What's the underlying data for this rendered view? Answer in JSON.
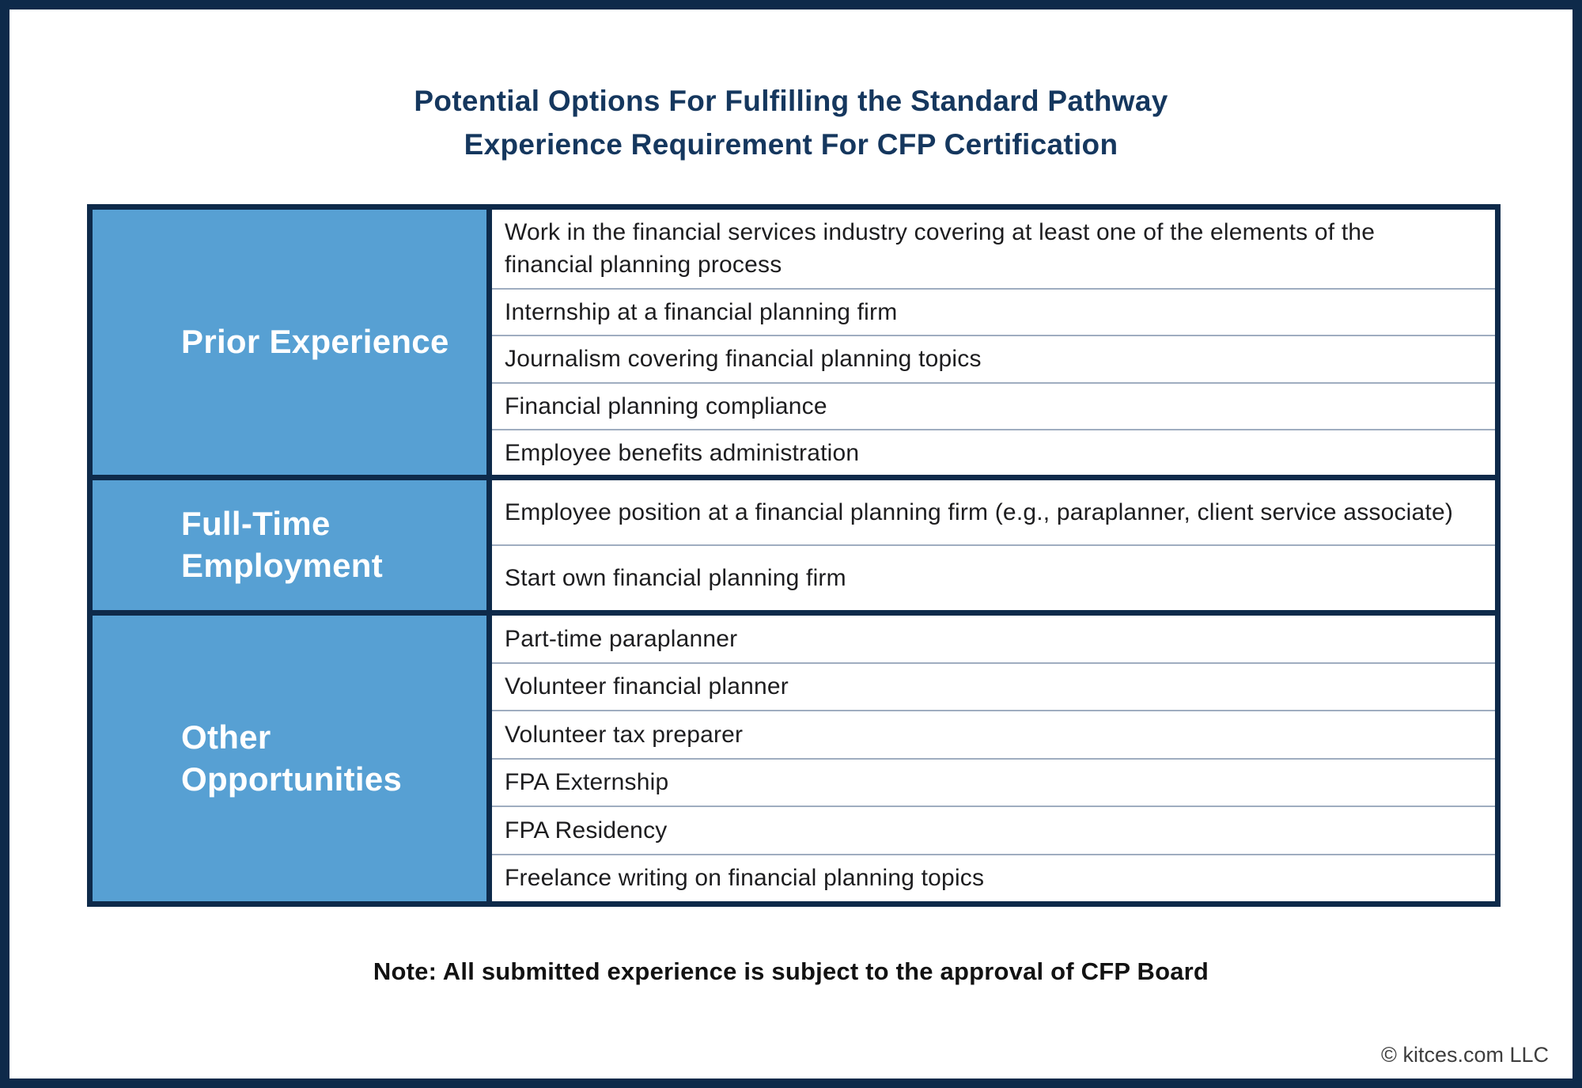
{
  "header": {
    "title_line1": "Potential Options For Fulfilling the Standard Pathway",
    "title_line2": "Experience Requirement For CFP Certification"
  },
  "table": {
    "sections": [
      {
        "label": "Prior Experience",
        "items": [
          "Work in the financial services industry covering at least one of the elements of the financial planning process",
          "Internship at a financial planning firm",
          "Journalism covering financial planning topics",
          "Financial planning compliance",
          "Employee benefits administration"
        ]
      },
      {
        "label": "Full-Time Employment",
        "items": [
          "Employee position at a financial planning firm (e.g., paraplanner, client service associate)",
          "Start own financial planning firm"
        ]
      },
      {
        "label": "Other Opportunities",
        "items": [
          "Part-time paraplanner",
          "Volunteer financial planner",
          "Volunteer tax preparer",
          "FPA Externship",
          "FPA Residency",
          "Freelance writing on financial planning topics"
        ]
      }
    ]
  },
  "footer": {
    "note": "Note: All submitted experience is subject to the approval of CFP Board",
    "copyright": "© kitces.com LLC"
  },
  "colors": {
    "navy": "#0e2a4a",
    "blue": "#57a0d3",
    "title": "#15375e",
    "divider": "#9fadc0",
    "text": "#1d1d1f"
  }
}
